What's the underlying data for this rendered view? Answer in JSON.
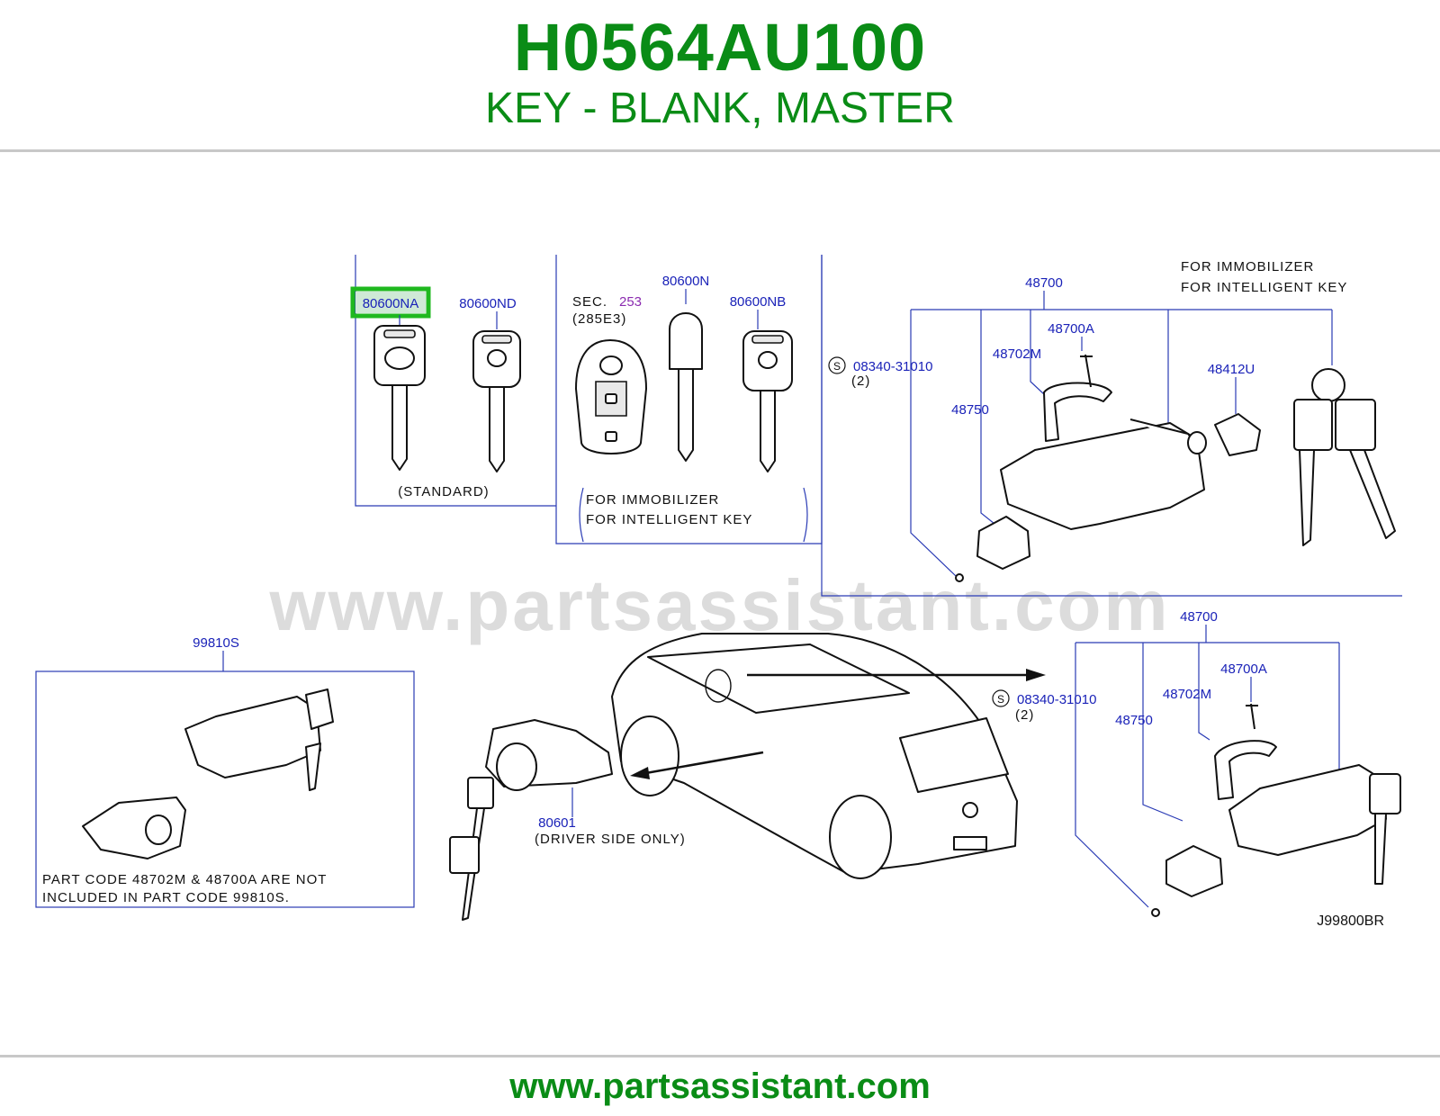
{
  "header": {
    "part_number": "H0564AU100",
    "part_description": "KEY - BLANK, MASTER"
  },
  "diagram": {
    "labels": {
      "key_80600NA": "80600NA",
      "key_80600ND": "80600ND",
      "sec": "SEC.",
      "sec_num": "253",
      "sec_code": "(285E3)",
      "key_80600N": "80600N",
      "key_80600NB": "80600NB",
      "standard": "(STANDARD)",
      "for_immobilizer": "FOR   IMMOBILIZER",
      "for_intelligent_key": "FOR   INTELLIGENT   KEY",
      "p48700_top": "48700",
      "top_for_immobilizer": "FOR   IMMOBILIZER",
      "top_for_intelligent_key": "FOR   INTELLIGENT   KEY",
      "p48700A_top": "48700A",
      "p48702M_top": "48702M",
      "p48412U": "48412U",
      "p48750_top": "48750",
      "screw_s_top": "S",
      "screw_code_top": "08340-31010",
      "screw_qty_top": "(2)",
      "p99810S": "99810S",
      "note_line1": "PART   CODE   48702M   &   48700A   ARE   NOT",
      "note_line2": "INCLUDED   IN   PART   CODE   99810S.",
      "p80601": "80601",
      "driver_side_only": "(DRIVER   SIDE   ONLY)",
      "p48700_bottom": "48700",
      "p48700A_bottom": "48700A",
      "p48702M_bottom": "48702M",
      "p48750_bottom": "48750",
      "screw_s_bottom": "S",
      "screw_code_bottom": "08340-31010",
      "screw_qty_bottom": "(2)",
      "diagram_code": "J99800BR"
    },
    "watermark": "www.partsassistant.com",
    "highlight_color": "#1fb81f"
  },
  "footer": {
    "url": "www.partsassistant.com"
  },
  "colors": {
    "title_green": "#0a8c16",
    "label_blue": "#1a22b8",
    "callout_line": "#2a3bb5"
  }
}
